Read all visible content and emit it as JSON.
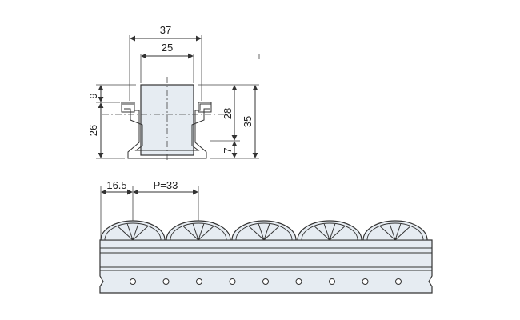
{
  "cross_section": {
    "dims": {
      "overall_width": "37",
      "roller_width": "25",
      "flange_height": "9",
      "body_height": "26",
      "roller_height": "28",
      "overall_height": "35",
      "base_offset": "7"
    }
  },
  "side_view": {
    "dims": {
      "first_offset": "16.5",
      "pitch": "P=33"
    },
    "roller_count": 5,
    "hole_count": 9
  },
  "colors": {
    "line": "#333333",
    "fill": "#e6ecf2"
  }
}
